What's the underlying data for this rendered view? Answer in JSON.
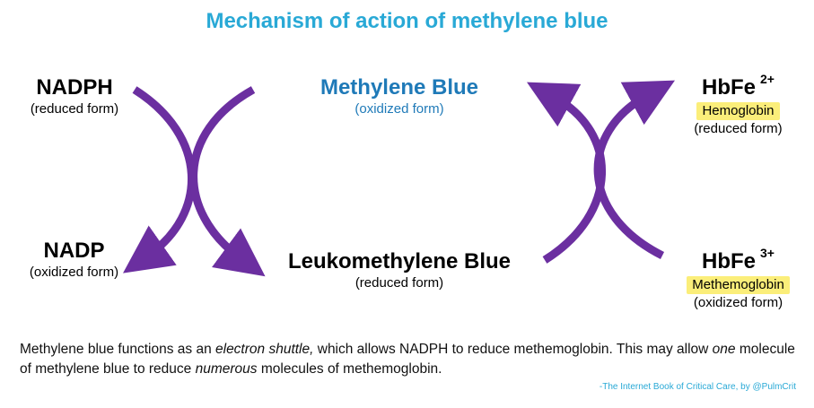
{
  "title": "Mechanism of action of methylene blue",
  "nodes": {
    "nadph": {
      "label": "NADPH",
      "form": "(reduced form)"
    },
    "nadp": {
      "label": "NADP",
      "form": "(oxidized form)"
    },
    "methylene_blue": {
      "label": "Methylene Blue",
      "form": "(oxidized form)"
    },
    "leukomethylene_blue": {
      "label": "Leukomethylene Blue",
      "form": "(reduced form)"
    },
    "hbfe2": {
      "label": "HbFe",
      "charge": "2+",
      "name": "Hemoglobin",
      "form": "(reduced form)"
    },
    "hbfe3": {
      "label": "HbFe",
      "charge": "3+",
      "name": "Methemoglobin",
      "form": "(oxidized form)"
    }
  },
  "caption": {
    "part1": "Methylene blue functions as an ",
    "part2_italic": "electron shuttle,",
    "part3": " which allows NADPH to reduce methemoglobin.  This may allow ",
    "part4_italic": "one",
    "part5": " molecule of methylene blue to reduce ",
    "part6_italic": "numerous",
    "part7": " molecules of methemoglobin."
  },
  "credit": "-The Internet Book of Critical Care, by @PulmCrit",
  "colors": {
    "title": "#29a9d6",
    "methylene_blue_text": "#1f7ab8",
    "arrow": "#6b2fa0",
    "highlight": "#fbee7a"
  }
}
